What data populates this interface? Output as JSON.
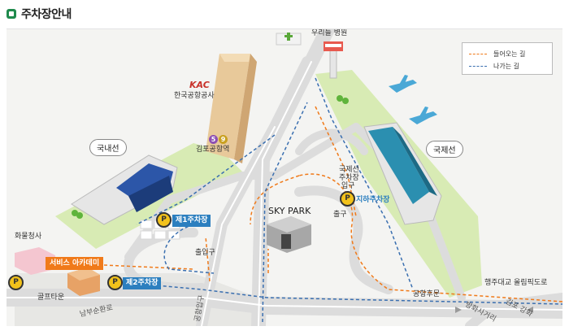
{
  "header": {
    "title": "주차장안내"
  },
  "legend": {
    "in_label": "들어오는 길",
    "out_label": "나가는 길",
    "in_color": "#f07a1a",
    "out_color": "#3a6fb0"
  },
  "places": {
    "hospital": "우리들 병원",
    "kac": "KAC",
    "kac_name": "한국공항공사",
    "domestic": "국내선",
    "international": "국제선",
    "station": "김포공항역",
    "line5": "5",
    "line9": "9",
    "cargo": "화물청사",
    "service_academy": "서비스 아카데미",
    "golf_town": "골프타운",
    "south_road": "남부순환로",
    "sky_park": "SKY PARK",
    "parking1": "제1주차장",
    "parking2": "제2주차장",
    "underground_parking": "지하주차장",
    "entrance_label": "출입구",
    "intl_entrance_1": "국제선",
    "intl_entrance_2": "주차장",
    "intl_entrance_3": "입구",
    "exit_label": "출구",
    "airport_rear_gate": "공항후문",
    "haengju_road": "행주대교 올림픽도로",
    "airport_entrance": "공항입구",
    "banghwa_junction": "방화사거리",
    "gimpo_direction": "김포 강화",
    "p_symbol": "P"
  }
}
